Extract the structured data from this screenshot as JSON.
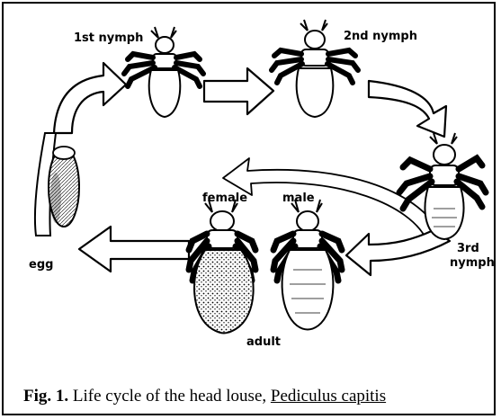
{
  "labels": {
    "stage_1": "1st nymph",
    "stage_2": "2nd nymph",
    "stage_3_line1": "3rd",
    "stage_3_line2": "nymph",
    "female": "female",
    "male": "male",
    "adult": "adult",
    "egg": "egg"
  },
  "caption": {
    "fig_label": "Fig. 1.",
    "text": " Life cycle of the head louse, ",
    "species": "Pediculus capitis"
  },
  "icons": {
    "cycle_arrow": "curved-arrow-icon",
    "egg": "louse-egg-icon",
    "nymph": "louse-nymph-icon",
    "adult": "louse-adult-icon"
  }
}
